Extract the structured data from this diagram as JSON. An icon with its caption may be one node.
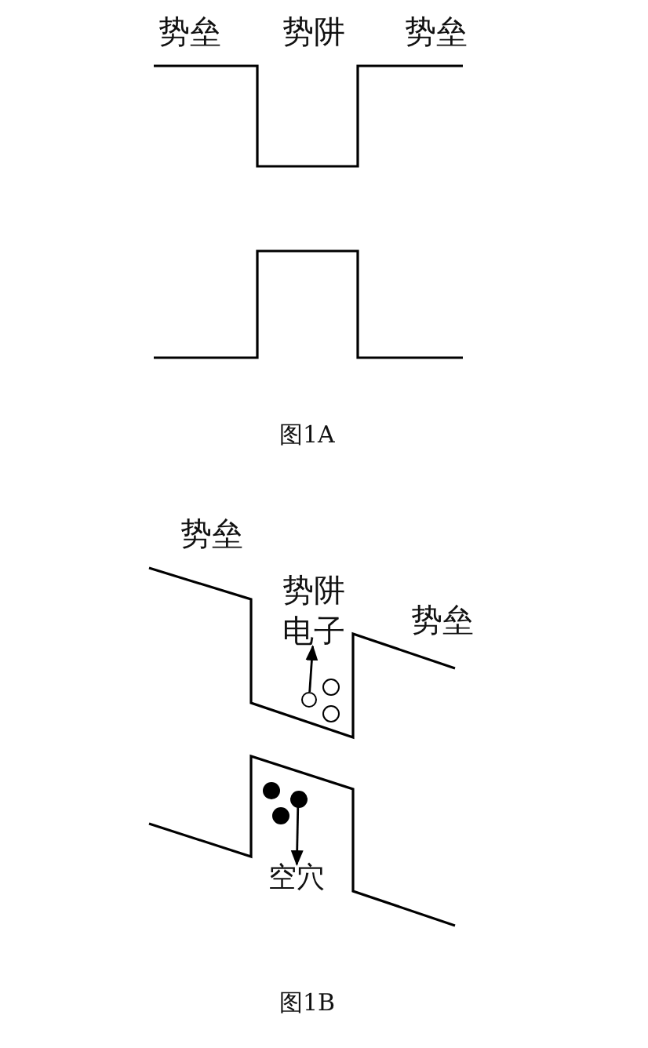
{
  "diagram": {
    "nodes": [
      {
        "text": [
          "电子"
        ]
      },
      {
        "text": [],
        "shape": "circle"
      },
      {
        "text": [
          "空穴"
        ]
      },
      {
        "text": [],
        "shape": "circle"
      }
    ],
    "edges": [
      {
        "from": 1,
        "to": 0,
        "arrow": "to"
      },
      {
        "from": 3,
        "to": 2,
        "arrow": "to"
      }
    ],
    "labels": [
      "势垒",
      "势阱",
      "势垒",
      "图1A",
      "势垒",
      "势阱",
      "势垒",
      "图1B"
    ]
  }
}
